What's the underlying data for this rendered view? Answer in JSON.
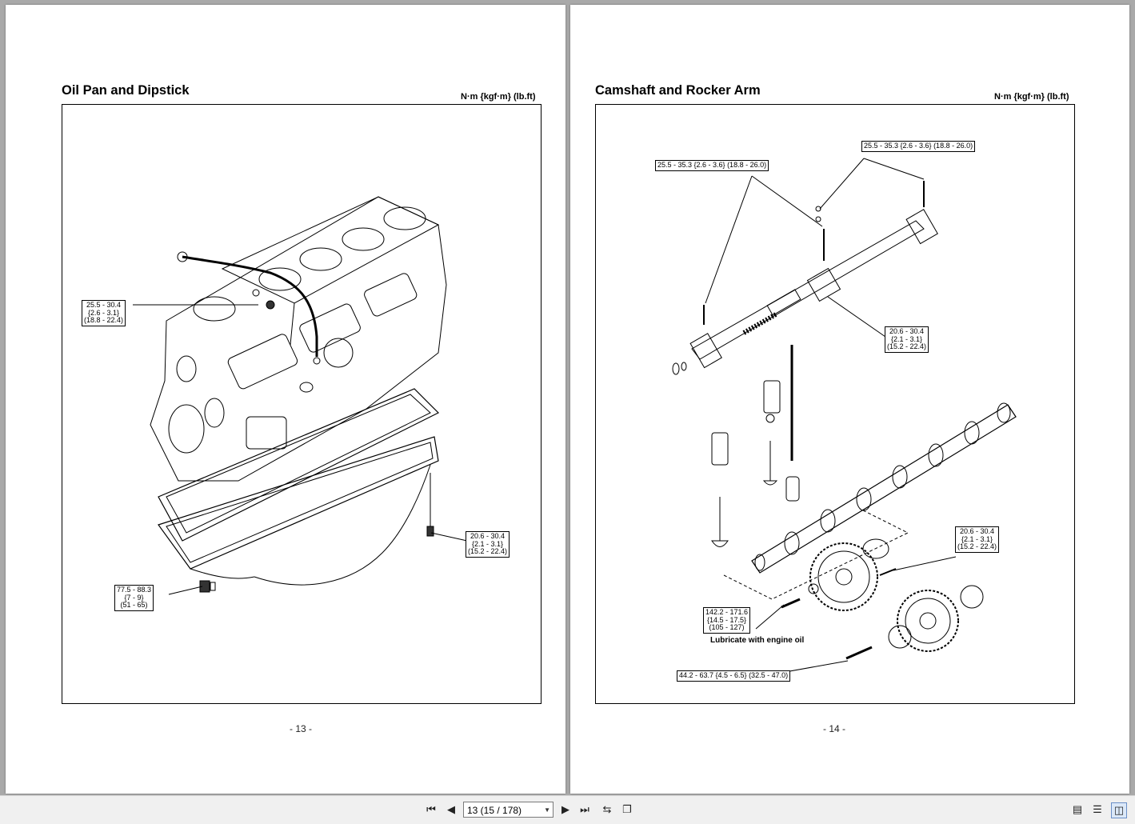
{
  "left_page": {
    "title": "Oil Pan and Dipstick",
    "units": "N·m {kgf·m} (lb.ft)",
    "page_number": "- 13 -",
    "callouts": [
      {
        "lines": [
          "25.5 - 30.4",
          "{2.6 - 3.1}",
          "(18.8 - 22.4)"
        ]
      },
      {
        "lines": [
          "20.6 - 30.4",
          "{2.1 - 3.1}",
          "(15.2 - 22.4)"
        ]
      },
      {
        "lines": [
          "77.5 - 88.3",
          "{7 - 9}",
          "(51 - 65)"
        ]
      }
    ]
  },
  "right_page": {
    "title": "Camshaft and Rocker Arm",
    "units": "N·m {kgf·m} (lb.ft)",
    "page_number": "- 14 -",
    "callouts": [
      {
        "lines": [
          "25.5 - 35.3 {2.6 - 3.6} (18.8 - 26.0)"
        ]
      },
      {
        "lines": [
          "25.5 - 35.3 {2.6 - 3.6} (18.8 - 26.0)"
        ]
      },
      {
        "lines": [
          "20.6 - 30.4",
          "{2.1 - 3.1}",
          "(15.2 - 22.4)"
        ]
      },
      {
        "lines": [
          "20.6 - 30.4",
          "{2.1 - 3.1}",
          "(15.2 - 22.4)"
        ]
      },
      {
        "lines": [
          "142.2 - 171.6",
          "{14.5 - 17.5}",
          "(105 - 127)"
        ]
      },
      {
        "lines": [
          "44.2 - 63.7 {4.5 - 6.5} (32.5 - 47.0)"
        ]
      }
    ],
    "note": "Lubricate with engine oil"
  },
  "toolbar": {
    "page_indicator": "13 (15 / 178)",
    "icons": [
      "first-page-icon",
      "prev-page-icon",
      "next-page-icon",
      "last-page-icon",
      "rotate-icon",
      "copy-icon",
      "single-page-view-icon",
      "continuous-view-icon",
      "facing-view-icon"
    ]
  }
}
